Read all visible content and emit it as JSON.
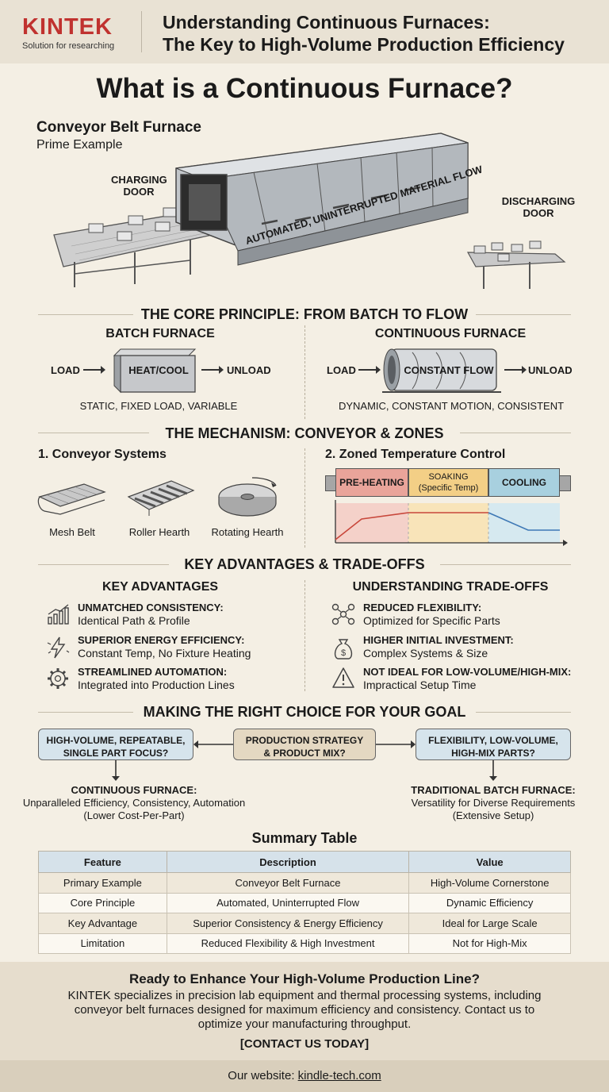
{
  "header": {
    "logo": "KINTEK",
    "tagline": "Solution for researching",
    "title_line1": "Understanding Continuous Furnaces:",
    "title_line2": "The Key to High-Volume Production Efficiency"
  },
  "main_title": "What is a Continuous Furnace?",
  "hero": {
    "name": "Conveyor Belt Furnace",
    "subtitle": "Prime Example",
    "charging_door_1": "CHARGING",
    "charging_door_2": "DOOR",
    "discharging_door_1": "DISCHARGING",
    "discharging_door_2": "DOOR",
    "flow_label": "AUTOMATED, UNINTERRUPTED MATERIAL FLOW"
  },
  "core_principle": {
    "title": "THE CORE PRINCIPLE: FROM BATCH TO FLOW",
    "batch": {
      "title": "BATCH FURNACE",
      "load": "LOAD",
      "box": "HEAT/COOL",
      "unload": "UNLOAD",
      "caption": "STATIC, FIXED LOAD, VARIABLE"
    },
    "continuous": {
      "title": "CONTINUOUS FURNACE",
      "load": "LOAD",
      "box": "CONSTANT FLOW",
      "unload": "UNLOAD",
      "caption": "DYNAMIC, CONSTANT MOTION, CONSISTENT"
    }
  },
  "mechanism": {
    "title": "THE MECHANISM: CONVEYOR & ZONES",
    "conveyor_title": "1. Conveyor Systems",
    "conveyors": [
      "Mesh Belt",
      "Roller Hearth",
      "Rotating Hearth"
    ],
    "zones_title": "2. Zoned Temperature Control",
    "zones": [
      {
        "label": "PRE-HEATING",
        "color": "#e9a49a"
      },
      {
        "label": "SOAKING",
        "sub": "(Specific Temp)",
        "color": "#f3cf86"
      },
      {
        "label": "COOLING",
        "color": "#a8d0df"
      }
    ]
  },
  "advantages": {
    "title": "KEY ADVANTAGES & TRADE-OFFS",
    "adv_title": "KEY ADVANTAGES",
    "adv_items": [
      {
        "icon": "bar-chart-icon",
        "head": "UNMATCHED CONSISTENCY:",
        "text": "Identical Path & Profile"
      },
      {
        "icon": "lightning-icon",
        "head": "SUPERIOR ENERGY EFFICIENCY:",
        "text": "Constant Temp, No Fixture Heating"
      },
      {
        "icon": "gear-icon",
        "head": "STREAMLINED AUTOMATION:",
        "text": "Integrated into Production Lines"
      }
    ],
    "trade_title": "UNDERSTANDING TRADE-OFFS",
    "trade_items": [
      {
        "icon": "network-icon",
        "head": "REDUCED FLEXIBILITY:",
        "text": "Optimized for Specific Parts"
      },
      {
        "icon": "money-bag-icon",
        "head": "HIGHER INITIAL INVESTMENT:",
        "text": "Complex Systems & Size"
      },
      {
        "icon": "warning-icon",
        "head": "NOT IDEAL FOR LOW-VOLUME/HIGH-MIX:",
        "text": "Impractical Setup Time"
      }
    ]
  },
  "choice": {
    "title": "MAKING THE RIGHT CHOICE FOR YOUR GOAL",
    "left_box_1": "HIGH-VOLUME, REPEATABLE,",
    "left_box_2": "SINGLE PART FOCUS?",
    "center_box_1": "PRODUCTION STRATEGY",
    "center_box_2": "& PRODUCT MIX?",
    "right_box_1": "FLEXIBILITY, LOW-VOLUME,",
    "right_box_2": "HIGH-MIX PARTS?",
    "left_result_head": "CONTINUOUS FURNACE:",
    "left_result_1": "Unparalleled Efficiency, Consistency, Automation",
    "left_result_2": "(Lower Cost-Per-Part)",
    "right_result_head": "TRADITIONAL BATCH FURNACE:",
    "right_result_1": "Versatility for Diverse Requirements",
    "right_result_2": "(Extensive Setup)"
  },
  "summary": {
    "title": "Summary Table",
    "headers": [
      "Feature",
      "Description",
      "Value"
    ],
    "rows": [
      [
        "Primary Example",
        "Conveyor Belt Furnace",
        "High-Volume Cornerstone"
      ],
      [
        "Core Principle",
        "Automated, Uninterrupted Flow",
        "Dynamic Efficiency"
      ],
      [
        "Key Advantage",
        "Superior Consistency & Energy Efficiency",
        "Ideal for Large Scale"
      ],
      [
        "Limitation",
        "Reduced Flexibility & High Investment",
        "Not for High-Mix"
      ]
    ]
  },
  "cta": {
    "heading": "Ready to Enhance Your High-Volume Production Line?",
    "body_1": "KINTEK specializes in precision lab equipment and thermal processing systems, including",
    "body_2": "conveyor belt furnaces designed for maximum efficiency and consistency. Contact us to",
    "body_3": "optimize your manufacturing throughput.",
    "button": "[CONTACT US TODAY]"
  },
  "footer": {
    "label": "Our website: ",
    "link": "kindle-tech.com"
  }
}
